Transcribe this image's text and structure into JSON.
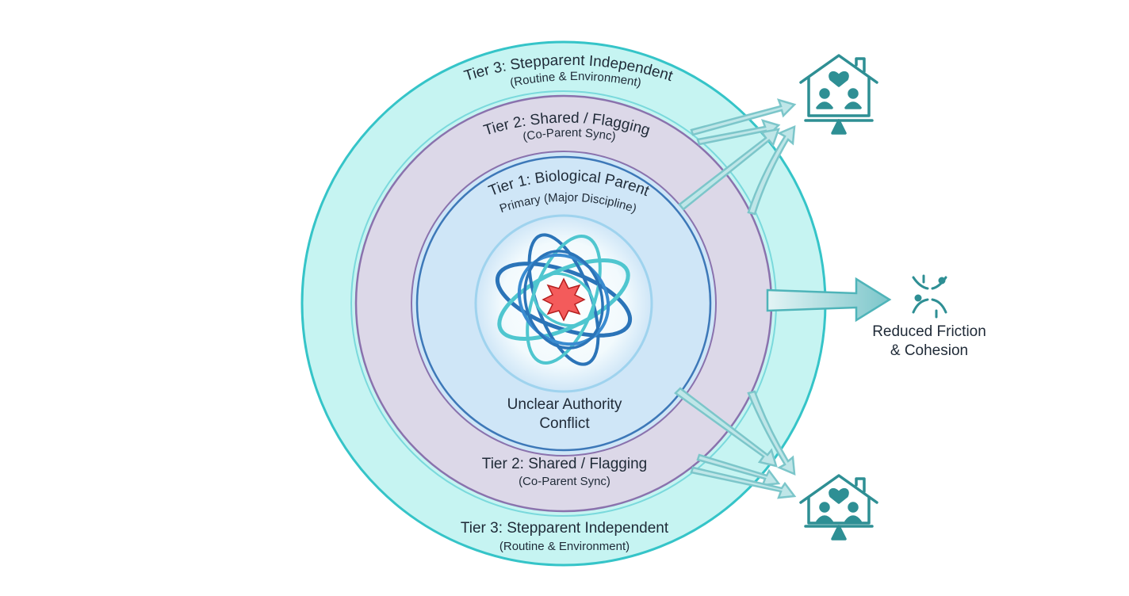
{
  "tiers": {
    "tier3_top": {
      "title": "Tier 3: Stepparent Independent",
      "subtitle": "(Routine & Environment)"
    },
    "tier2_top": {
      "title": "Tier 2: Shared / Flagging",
      "subtitle": "(Co-Parent Sync)"
    },
    "tier1": {
      "title": "Tier 1: Biological Parent",
      "subtitle": "Primary (Major Discipline)"
    },
    "tier2_bottom": {
      "title": "Tier 2: Shared / Flagging",
      "subtitle": "(Co-Parent Sync)"
    },
    "tier3_bottom": {
      "title": "Tier 3: Stepparent Independent",
      "subtitle": "(Routine & Environment)"
    }
  },
  "core": {
    "line1": "Unclear Authority",
    "line2": "Conflict"
  },
  "outcome": {
    "line1": "Reduced Friction",
    "line2": "& Cohesion"
  },
  "icons": {
    "top": "balanced-home-icon",
    "middle": "converging-arcs-icon",
    "bottom": "balanced-home-icon",
    "core_tangle": "tangled-orbits-icon",
    "core_burst": "conflict-burst-icon"
  },
  "colors": {
    "tier3_fill": "#c6f4f2",
    "tier3_stroke": "#35c4c8",
    "tier2_fill": "#dcd8e8",
    "tier2_stroke": "#8a72ad",
    "tier1_fill": "#cfe6f7",
    "tier1_stroke": "#3d78b8",
    "core_fill": "#eaf6fc",
    "icon_teal": "#2e8f94",
    "arrow": "#8fd0d3",
    "burst": "#e23a3a"
  }
}
